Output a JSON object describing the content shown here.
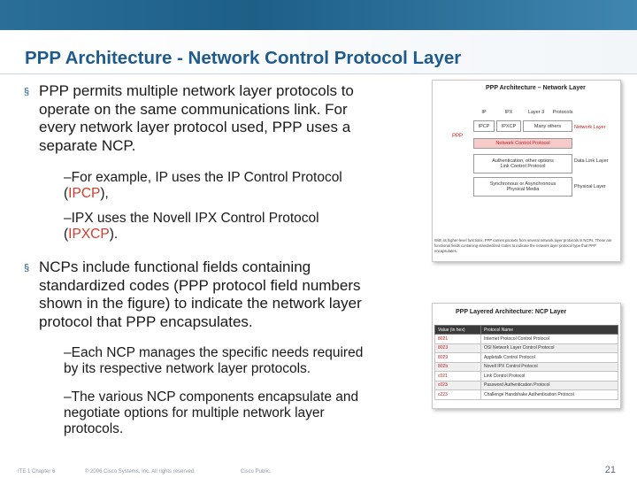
{
  "slide": {
    "title": "PPP Architecture - Network Control Protocol Layer"
  },
  "bullets": [
    {
      "marker": "§",
      "lines": [
        "PPP permits multiple network layer protocols to",
        "operate on the same communications link. For",
        "every network layer protocol used, PPP uses a",
        "separate NCP."
      ],
      "subs": [
        {
          "line1": "–For example, IP uses the IP Control Protocol",
          "pre": "(",
          "hl": "IPCP",
          "post": "),"
        },
        {
          "line1": "–IPX uses the Novell IPX Control Protocol",
          "pre": "(",
          "hl": "IPXCP",
          "post": ")."
        }
      ]
    },
    {
      "marker": "§",
      "lines": [
        "NCPs include functional fields containing",
        "standardized codes (PPP protocol field numbers",
        "shown in the figure) to indicate the network layer",
        "protocol that PPP encapsulates."
      ],
      "subs": [
        {
          "lines": [
            "–Each NCP manages the specific needs required",
            "by its respective network layer protocols."
          ]
        },
        {
          "lines": [
            "–The various NCP components encapsulate and",
            "negotiate options for multiple network layer",
            "protocols."
          ]
        }
      ]
    }
  ],
  "figure1": {
    "title": "PPP Architecture – Network Layer",
    "ppp_label": "PPP",
    "row1": [
      "IP",
      "IPX",
      "Layer 3",
      "Protocols"
    ],
    "row2": [
      "IPCP",
      "IPXCP",
      "Many others"
    ],
    "ncp_label": "Network Control Protocol",
    "lcp_lines": [
      "Authentication, other options",
      "Link Control Protocol"
    ],
    "physical_lines": [
      "Synchronous or Asynchronous",
      "Physical Media"
    ],
    "side_labels": [
      "Network Layer",
      "Data Link Layer",
      "Physical Layer"
    ],
    "caption": "With its higher-level functions, PPP carries packets from several network layer protocols in NCPs. These are functional fields containing standardized codes to indicate the network layer protocol type that PPP encapsulates."
  },
  "figure2": {
    "title": "PPP Layered Architecture: NCP Layer",
    "headers": [
      "Value (in hex)",
      "Protocol Name"
    ],
    "rows": [
      {
        "value": "8021",
        "name": "Internet Protocol Control Protocol"
      },
      {
        "value": "8023",
        "name": "OSI Network Layer Control Protocol"
      },
      {
        "value": "8029",
        "name": "Appletalk Control Protocol"
      },
      {
        "value": "802b",
        "name": "Novell IPX Control Protocol"
      },
      {
        "value": "c021",
        "name": "Link Control Protocol"
      },
      {
        "value": "c023",
        "name": "Password Authentication Protocol"
      },
      {
        "value": "c223",
        "name": "Challenge Handshake Authentication Protocol"
      }
    ]
  },
  "footer": {
    "chapter": "ITE 1 Chapter 6",
    "copyright": "© 2006 Cisco Systems, Inc. All rights reserved.",
    "classification": "Cisco Public",
    "page": "21"
  },
  "colors": {
    "title": "#1e5a8c",
    "highlight": "#d33a2a",
    "banner": "#2a6f97"
  }
}
